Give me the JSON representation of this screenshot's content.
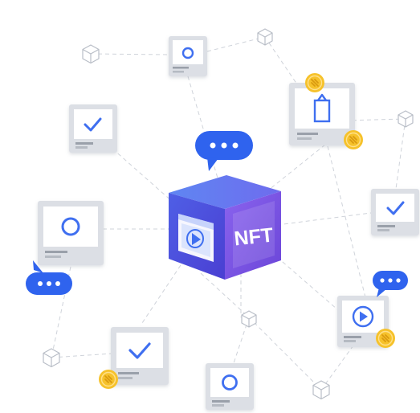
{
  "diagram": {
    "central_label": "NFT",
    "colors": {
      "cube_top": "#5b72ec",
      "cube_left": "#4a4fd8",
      "cube_right": "#7d55e3",
      "accent_blue": "#3f6ff0",
      "coin_gold": "#f6c22b",
      "card_gray": "#dcdfe5",
      "line_gray": "#cfd3da"
    },
    "nodes": [
      {
        "id": "top-center-card",
        "icon": "circle-icon",
        "badges": []
      },
      {
        "id": "top-right-card",
        "icon": "frame-icon",
        "badges": [
          "coin-icon",
          "coin-icon"
        ]
      },
      {
        "id": "left-check-card",
        "icon": "checkmark-icon",
        "badges": []
      },
      {
        "id": "right-check-card",
        "icon": "checkmark-icon",
        "badges": []
      },
      {
        "id": "left-circle-card",
        "icon": "circle-icon",
        "badges": [
          "chat-bubble-icon"
        ]
      },
      {
        "id": "bottom-right-video-card",
        "icon": "play-icon",
        "badges": [
          "chat-bubble-icon",
          "coin-icon"
        ]
      },
      {
        "id": "bottom-left-check-card",
        "icon": "checkmark-icon",
        "badges": [
          "coin-icon"
        ]
      },
      {
        "id": "bottom-center-card",
        "icon": "circle-icon",
        "badges": []
      }
    ]
  }
}
